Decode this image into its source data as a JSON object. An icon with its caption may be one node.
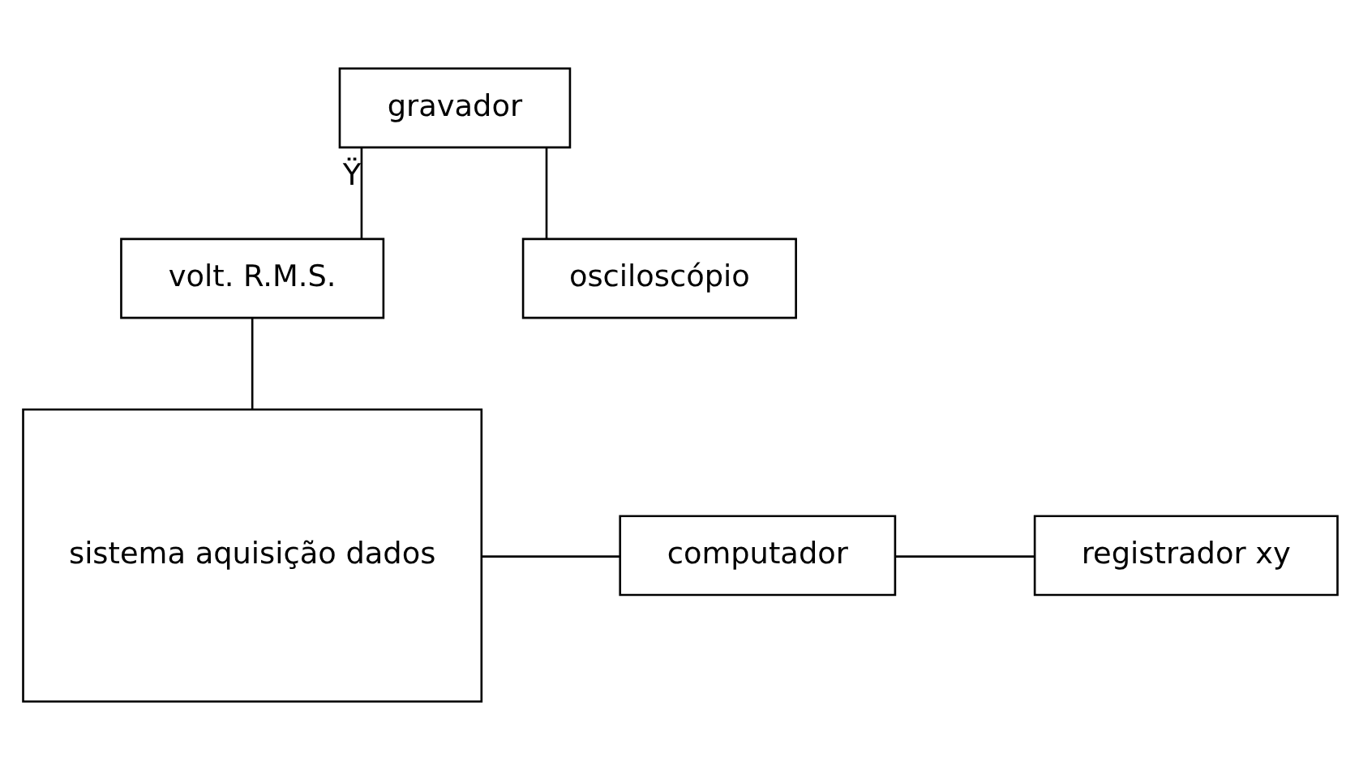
{
  "diagram": {
    "nodes": [
      {
        "text": [
          "gravador"
        ]
      },
      {
        "text": [
          "volt. R.M.S."
        ]
      },
      {
        "text": [
          "osciloscópio"
        ]
      },
      {
        "text": [
          "sistema aquisição dados"
        ]
      },
      {
        "text": [
          "computador"
        ]
      },
      {
        "text": [
          "registrador xy"
        ]
      }
    ],
    "edges": [
      {
        "from": 0,
        "to": 1,
        "arrow": "none",
        "label": "Ÿ"
      },
      {
        "from": 0,
        "to": 2,
        "arrow": "none"
      },
      {
        "from": 1,
        "to": 3,
        "arrow": "none"
      },
      {
        "from": 3,
        "to": 4,
        "arrow": "none"
      },
      {
        "from": 4,
        "to": 5,
        "arrow": "none"
      }
    ]
  }
}
